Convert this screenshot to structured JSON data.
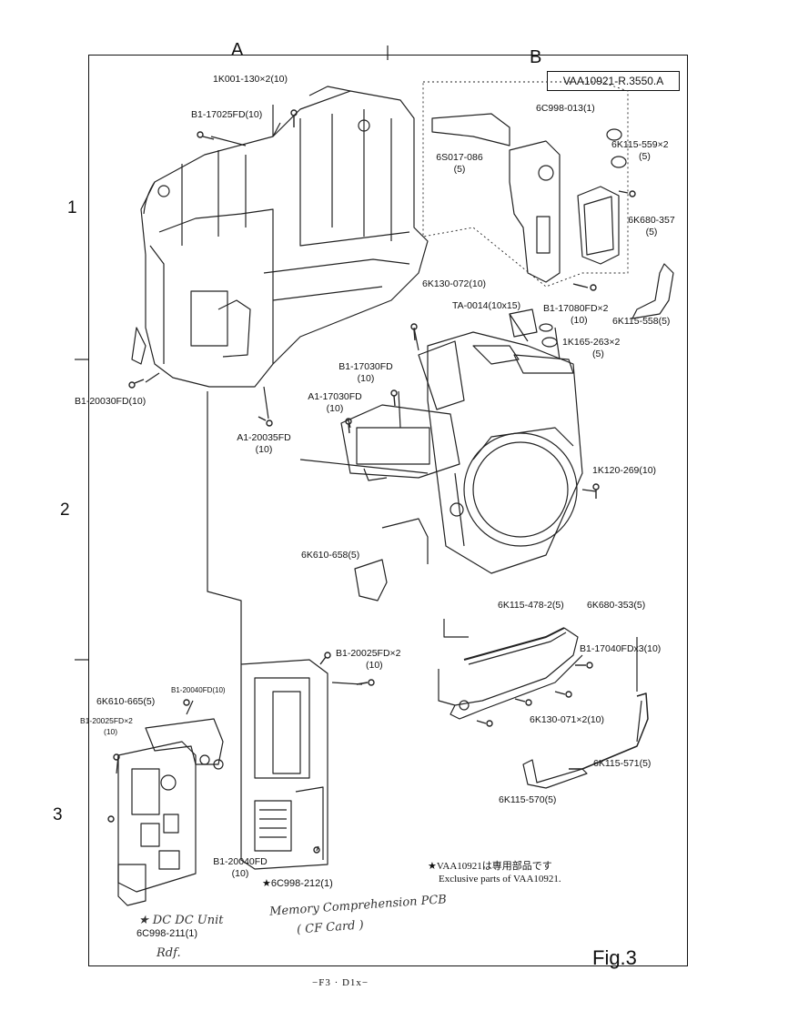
{
  "header": {
    "col_a": "A",
    "col_b": "B",
    "ref_box": "VAA10921-R.3550.A"
  },
  "row_labels": [
    "1",
    "2",
    "3"
  ],
  "parts": {
    "p1k001": "1K001-130×2(10)",
    "b1_17025": "B1-17025FD(10)",
    "p6c998_013": "6C998-013(1)",
    "p6k115_559_a": "6K115-559×2",
    "p6k115_559_b": "(5)",
    "p6s017_a": "6S017-086",
    "p6s017_b": "(5)",
    "p6k680_357_a": "6K680-357",
    "p6k680_357_b": "(5)",
    "b1_17080_a": "B1-17080FD×2",
    "b1_17080_b": "(10)",
    "p6k115_558": "6K115-558(5)",
    "p6k130_072": "6K130-072(10)",
    "ta0014": "TA-0014(10x15)",
    "p1k165_a": "1K165-263×2",
    "p1k165_b": "(5)",
    "b1_17030_a": "B1-17030FD",
    "b1_17030_b": "(10)",
    "a1_17030_a": "A1-17030FD",
    "a1_17030_b": "(10)",
    "b1_20030": "B1-20030FD(10)",
    "a1_20035_a": "A1-20035FD",
    "a1_20035_b": "(10)",
    "p1k120": "1K120-269(10)",
    "p6k610_658": "6K610-658(5)",
    "p6k115_478": "6K115-478-2(5)",
    "p6k680_353": "6K680-353(5)",
    "b1_17040": "B1-17040FDx3(10)",
    "b1_20025_top_a": "B1-20025FD×2",
    "b1_20025_top_b": "(10)",
    "b1_20040_small": "B1-20040FD(10)",
    "p6k610_665": "6K610-665(5)",
    "b1_20025_left_a": "B1-20025FD×2",
    "b1_20025_left_b": "(10)",
    "p6k130_071": "6K130-071×2(10)",
    "p6k115_571": "6K115-571(5)",
    "p6k115_570": "6K115-570(5)",
    "b1_20040_a": "B1-20040FD",
    "b1_20040_b": "(10)",
    "p6c998_212": "★6C998-212(1)",
    "p6c998_211": "6C998-211(1)"
  },
  "note": {
    "jp": "★VAA10921は専用部品です",
    "en": "Exclusive parts of VAA10921."
  },
  "handwriting": {
    "dcdc": "★ DC DC Unit",
    "memory": "Memory Comprehension PCB",
    "cf": "( CF Card )",
    "initials": "Rdf."
  },
  "fig_label": "Fig.3",
  "footer": "−F3 · D1x−"
}
